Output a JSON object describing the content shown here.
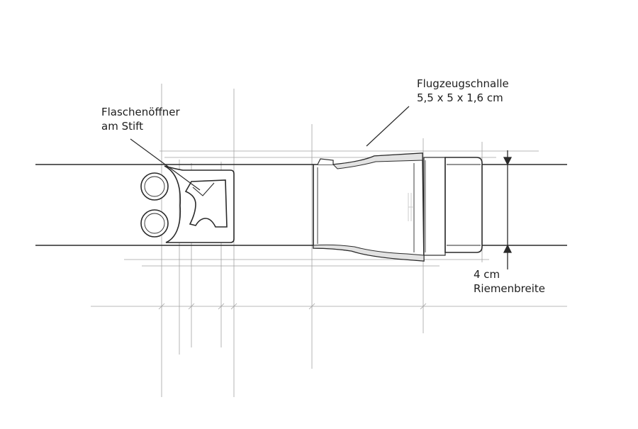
{
  "labels": {
    "opener_line1": "Flaschenöffner",
    "opener_line2": "am Stift",
    "buckle_line1": "Flugzeugschnalle",
    "buckle_line2": "5,5 x 5 x 1,6 cm",
    "width_line1": "4 cm",
    "width_line2": "Riemenbreite"
  },
  "colors": {
    "ink": "#2a2a2a",
    "construction": "#9a9a9a",
    "shade": "#e2e2e2",
    "paper": "#ffffff"
  }
}
